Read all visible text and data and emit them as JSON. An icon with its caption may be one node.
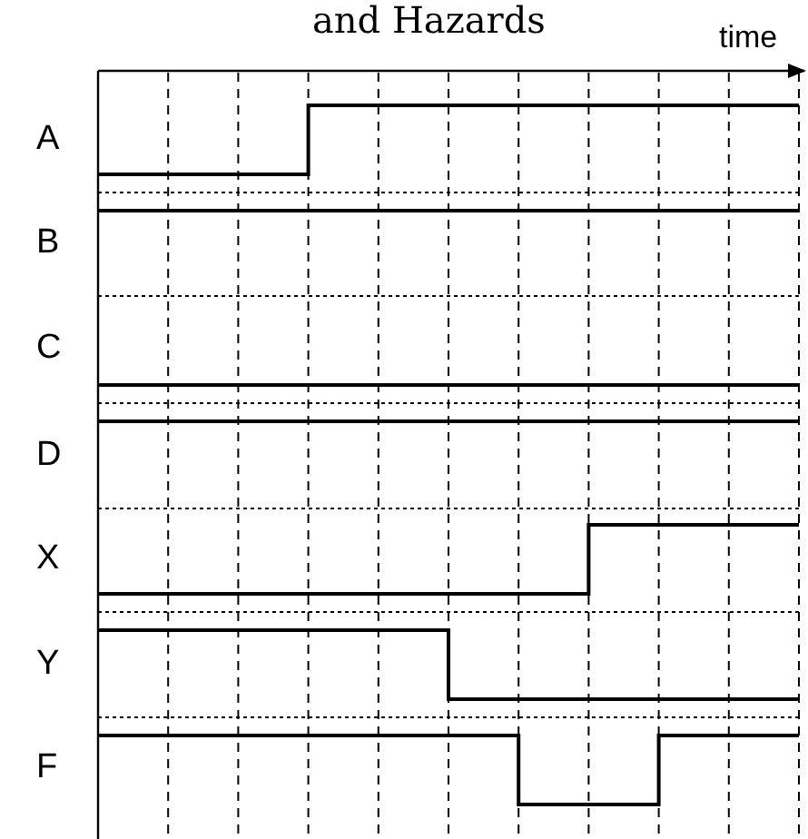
{
  "diagram": {
    "title": "and Hazards",
    "labels": [
      "time",
      "A",
      "B",
      "C",
      "D",
      "X",
      "Y",
      "F"
    ]
  }
}
